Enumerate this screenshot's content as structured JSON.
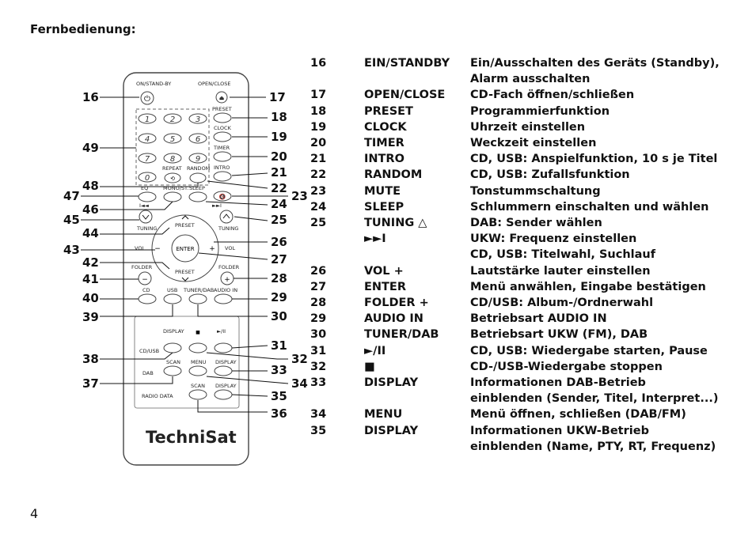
{
  "heading": "Fernbedienung:",
  "page_number": "4",
  "remote": {
    "button_labels": {
      "on_standby": "ON/STAND-BY",
      "open_close": "OPEN/CLOSE",
      "preset": "PRESET",
      "clock": "CLOCK",
      "timer": "TIMER",
      "intro": "INTRO",
      "repeat": "REPEAT",
      "random": "RANDOM",
      "eq": "EQ",
      "mono_st": "MONO/ST.",
      "sleep": "SLEEP",
      "tuning_left": "TUNING",
      "tuning_right": "TUNING",
      "preset_top": "PRESET",
      "preset_bottom": "PRESET",
      "enter": "ENTER",
      "vol_left": "VOL",
      "vol_right": "VOL",
      "folder_left": "FOLDER",
      "folder_right": "FOLDER",
      "cd": "CD",
      "usb": "USB",
      "tuner_dab": "TUNER/DAB",
      "audio_in": "AUDIO IN",
      "display_cd": "DISPLAY",
      "cd_usb": "CD/USB",
      "scan_dab": "SCAN",
      "menu": "MENU",
      "display_dab": "DISPLAY",
      "dab": "DAB",
      "radio_data": "RADIO DATA",
      "scan_fm": "SCAN",
      "display_fm": "DISPLAY"
    },
    "digits": [
      "1",
      "2",
      "3",
      "4",
      "5",
      "6",
      "7",
      "8",
      "9",
      "0"
    ],
    "symbols": {
      "power": "⏻",
      "eject": "⏏",
      "mute": "🔇",
      "minus": "−",
      "plus": "+",
      "stop": "■",
      "play_pause": "►/II",
      "repeat_icon": "⟲",
      "prev_next_left": "I◄◄",
      "prev_next_right": "►►I"
    },
    "logo": "TechniSat",
    "callouts": [
      "16",
      "17",
      "18",
      "19",
      "20",
      "21",
      "22",
      "23",
      "24",
      "25",
      "26",
      "27",
      "28",
      "29",
      "30",
      "31",
      "32",
      "33",
      "34",
      "35",
      "36",
      "37",
      "38",
      "39",
      "40",
      "41",
      "42",
      "43",
      "44",
      "45",
      "46",
      "47",
      "48",
      "49"
    ]
  },
  "legend": [
    {
      "num": "16",
      "key": "EIN/STANDBY",
      "desc": "Ein/Ausschalten des Geräts (Standby),"
    },
    {
      "num": "",
      "key": "",
      "desc": "Alarm ausschalten"
    },
    {
      "num": "17",
      "key": "OPEN/CLOSE",
      "desc": "CD-Fach öffnen/schließen"
    },
    {
      "num": "18",
      "key": "PRESET",
      "desc": "Programmierfunktion"
    },
    {
      "num": "19",
      "key": "CLOCK",
      "desc": "Uhrzeit einstellen"
    },
    {
      "num": "20",
      "key": "TIMER",
      "desc": "Weckzeit einstellen"
    },
    {
      "num": "21",
      "key": "INTRO",
      "desc": "CD, USB: Anspielfunktion, 10 s je Titel"
    },
    {
      "num": "22",
      "key": "RANDOM",
      "desc": "CD, USB: Zufallsfunktion"
    },
    {
      "num": "23",
      "key": "MUTE",
      "desc": "Tonstummschaltung"
    },
    {
      "num": "24",
      "key": "SLEEP",
      "desc": "Schlummern einschalten und wählen"
    },
    {
      "num": "25",
      "key": "TUNING △",
      "desc": "DAB: Sender wählen"
    },
    {
      "num": "",
      "key": "►►I",
      "desc": "UKW: Frequenz einstellen"
    },
    {
      "num": "",
      "key": "",
      "desc": "CD, USB: Titelwahl, Suchlauf"
    },
    {
      "num": "26",
      "key": "VOL +",
      "desc": "Lautstärke lauter einstellen"
    },
    {
      "num": "27",
      "key": "ENTER",
      "desc": "Menü anwählen, Eingabe bestätigen"
    },
    {
      "num": "28",
      "key": "FOLDER +",
      "desc": "CD/USB: Album-/Ordnerwahl"
    },
    {
      "num": "29",
      "key": "AUDIO IN",
      "desc": "Betriebsart AUDIO IN"
    },
    {
      "num": "30",
      "key": "TUNER/DAB",
      "desc": "Betriebsart UKW (FM), DAB"
    },
    {
      "num": "31",
      "key": "►/II",
      "desc": "CD, USB: Wiedergabe starten, Pause"
    },
    {
      "num": "32",
      "key": "■",
      "desc": "CD-/USB-Wiedergabe stoppen"
    },
    {
      "num": "33",
      "key": "DISPLAY",
      "desc": "Informationen DAB-Betrieb"
    },
    {
      "num": "",
      "key": "",
      "desc": "einblenden (Sender, Titel, Interpret...)"
    },
    {
      "num": "34",
      "key": "MENU",
      "desc": "Menü öffnen, schließen (DAB/FM)"
    },
    {
      "num": "35",
      "key": "DISPLAY",
      "desc": "Informationen UKW-Betrieb"
    },
    {
      "num": "",
      "key": "",
      "desc": "einblenden (Name, PTY, RT, Frequenz)"
    }
  ]
}
